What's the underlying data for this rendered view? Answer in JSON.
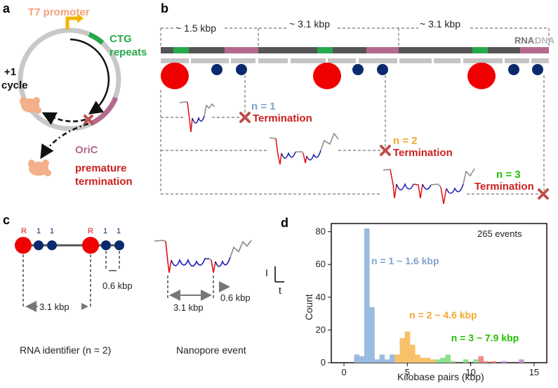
{
  "panel_letters": {
    "a": "a",
    "b": "b",
    "c": "c",
    "d": "d"
  },
  "panel_a": {
    "promoter": "T7 promoter",
    "repeats_line1": "CTG",
    "repeats_line2": "repeats",
    "cycle_line1": "+1",
    "cycle_line2": "cycle",
    "oric": "OriC",
    "premature_line1": "premature",
    "premature_line2": "termination",
    "colors": {
      "promoter": "#f5b400",
      "repeats": "#27a84a",
      "oric": "#b5698f",
      "termination": "#cc1f1f",
      "polymerase": "#f3b08a",
      "plasmid": "#c8c8c8"
    }
  },
  "panel_b": {
    "seg1": "~ 1.5 kbp",
    "seg2": "~ 3.1 kbp",
    "seg3": "~ 3.1 kbp",
    "legend_rna": "RNA:",
    "legend_dna": "DNA",
    "events": [
      {
        "n": "n = 1",
        "term": "Termination",
        "color": "#7fa3cf"
      },
      {
        "n": "n = 2",
        "term": "Termination",
        "color": "#f0a830"
      },
      {
        "n": "n = 3",
        "term": "Termination",
        "color": "#22c000"
      }
    ]
  },
  "panel_c": {
    "markers": [
      "R",
      "1",
      "1",
      "R",
      "1",
      "1"
    ],
    "dist_long": "3.1 kbp",
    "dist_short": "0.6 kbp",
    "trace_long": "3.1 kbp",
    "trace_short": "0.6 kbp",
    "scale_i": "I",
    "scale_t": "t",
    "caption_left": "RNA identifier (n = 2)",
    "caption_right": "Nanopore event"
  },
  "chart_data": {
    "type": "bar",
    "title": "",
    "xlabel": "Kilobase pairs (kbp)",
    "ylabel": "Count",
    "xlim": [
      -1,
      16
    ],
    "ylim": [
      0,
      85
    ],
    "xticks": [
      0,
      5,
      10,
      15
    ],
    "yticks": [
      0,
      20,
      40,
      60,
      80
    ],
    "grid": false,
    "bin_width": 0.42,
    "annotation_total": "265 events",
    "labels": [
      {
        "text": "n = 1  ~ 1.6 kbp",
        "x": 1.6,
        "y": 60,
        "color": "#7fa3cf"
      },
      {
        "text": "n = 2  ~ 4.6 kbp",
        "x": 4.6,
        "y": 27,
        "color": "#f0a830"
      },
      {
        "text": "n = 3  ~ 7.9 kbp",
        "x": 7.9,
        "y": 13,
        "color": "#22c000"
      }
    ],
    "series": [
      {
        "color": "#9bbbe0",
        "bins": [
          [
            0.8,
            5
          ],
          [
            1.2,
            4
          ],
          [
            1.6,
            82
          ],
          [
            2.0,
            34
          ],
          [
            2.4,
            2
          ],
          [
            2.8,
            5
          ],
          [
            3.2,
            2
          ],
          [
            3.6,
            5
          ],
          [
            4.0,
            1
          ]
        ]
      },
      {
        "color": "#f7c16a",
        "bins": [
          [
            4.0,
            5
          ],
          [
            4.4,
            15
          ],
          [
            4.8,
            19
          ],
          [
            5.2,
            11
          ],
          [
            5.6,
            5
          ],
          [
            6.0,
            3
          ],
          [
            6.4,
            3
          ],
          [
            6.8,
            2
          ],
          [
            7.2,
            1
          ]
        ]
      },
      {
        "color": "#8fe08f",
        "bins": [
          [
            7.2,
            2
          ],
          [
            7.6,
            3
          ],
          [
            8.0,
            5
          ],
          [
            8.4,
            1
          ],
          [
            9.4,
            2
          ],
          [
            10.2,
            2
          ]
        ]
      },
      {
        "color": "#f48a8a",
        "bins": [
          [
            10.6,
            4
          ],
          [
            11.0,
            1
          ],
          [
            11.6,
            1
          ]
        ]
      },
      {
        "color": "#c89ad8",
        "bins": [
          [
            12.4,
            1
          ],
          [
            13.8,
            2
          ]
        ]
      }
    ]
  }
}
